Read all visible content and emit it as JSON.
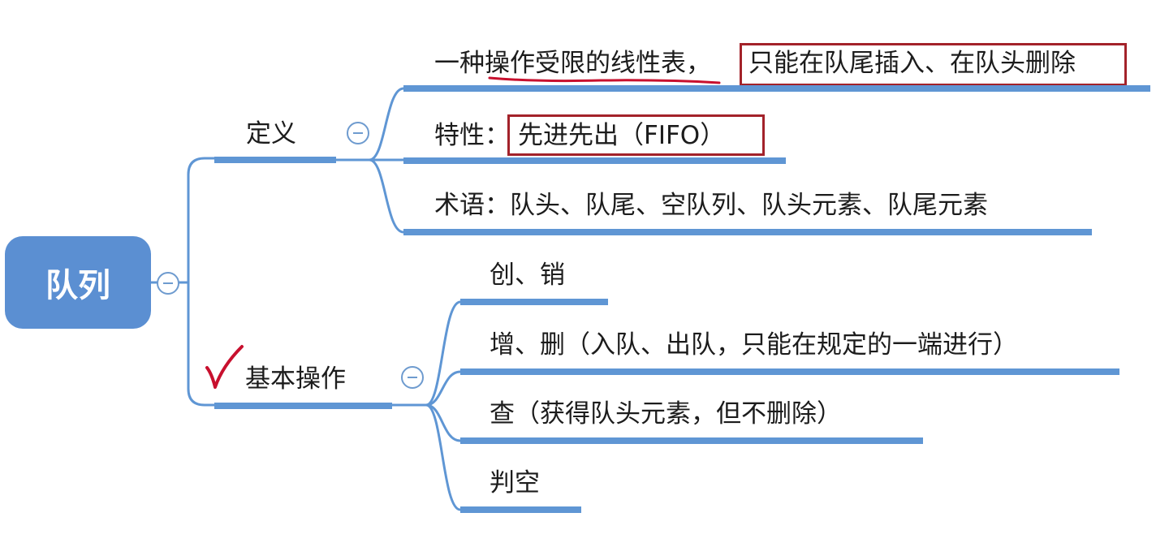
{
  "root": {
    "label": "队列"
  },
  "definition": {
    "label": "定义",
    "items": [
      {
        "prefix": "一种",
        "underlined": "操作受限的线性表",
        "comma": "，",
        "highlighted": "只能在队尾插入、在队头删除"
      },
      {
        "prefix": "特性：",
        "highlighted": "先进先出（FIFO）"
      },
      {
        "text": "术语：队头、队尾、空队列、队头元素、队尾元素"
      }
    ]
  },
  "operations": {
    "label": "基本操作",
    "items": [
      {
        "text": "创、销"
      },
      {
        "text": "增、删（入队、出队，只能在规定的一端进行）"
      },
      {
        "text": "查（获得队头元素，但不删除）"
      },
      {
        "text": "判空"
      }
    ]
  },
  "colors": {
    "root_fill": "#5b8fd2",
    "branch_line": "#5f96d4",
    "annotation_red": "#a3222a",
    "checkmark_red": "#c8102e"
  },
  "icons": {
    "collapse": "collapse-minus-icon",
    "checkmark": "red-checkmark-icon"
  }
}
